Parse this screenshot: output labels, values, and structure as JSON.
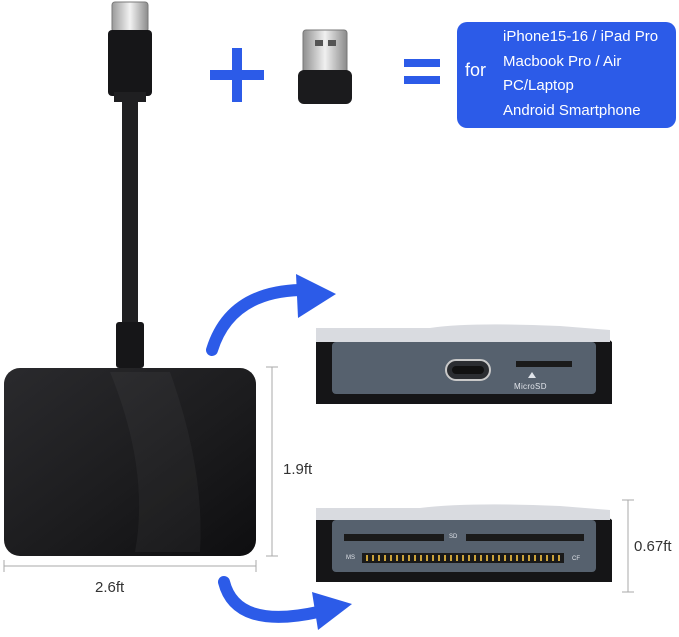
{
  "compat": {
    "for_label": "for",
    "devices": [
      "iPhone15-16 / iPad Pro",
      "Macbook Pro / Air",
      "PC/Laptop",
      "Android Smartphone"
    ]
  },
  "dimensions": {
    "width": "2.6ft",
    "height": "1.9ft",
    "depth": "0.67ft"
  },
  "slots": {
    "microsd": "MicroSD",
    "sd": "SD",
    "cf": "CF",
    "ms": "MS"
  },
  "colors": {
    "accent_blue": "#2c5be8",
    "device_black": "#1b1b1d",
    "panel_gray": "#56616e"
  }
}
